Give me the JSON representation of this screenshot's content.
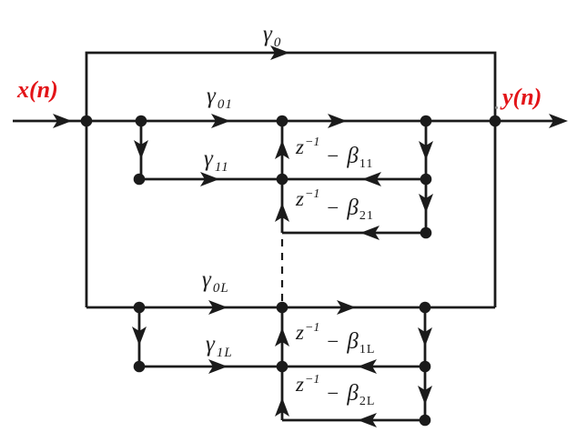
{
  "diagram_kind": "signal-flow-graph",
  "io": {
    "input_label": "x(n)",
    "output_dot": ".",
    "output_label": "y(n)"
  },
  "gains": {
    "g0": {
      "symbol": "γ",
      "sub": "0"
    },
    "g01": {
      "symbol": "γ",
      "sub": "01"
    },
    "g11": {
      "symbol": "γ",
      "sub": "11"
    },
    "g0L": {
      "symbol": "γ",
      "sub": "0L"
    },
    "g1L": {
      "symbol": "γ",
      "sub": "1L"
    }
  },
  "delays": {
    "d11": {
      "z": "z",
      "exp": "−1",
      "minus": "−",
      "beta": "β",
      "sub": "11"
    },
    "d21": {
      "z": "z",
      "exp": "−1",
      "minus": "−",
      "beta": "β",
      "sub": "21"
    },
    "d1L": {
      "z": "z",
      "exp": "−1",
      "minus": "−",
      "beta": "β",
      "sub": "1L"
    },
    "d2L": {
      "z": "z",
      "exp": "−1",
      "minus": "−",
      "beta": "β",
      "sub": "2L"
    }
  },
  "colors": {
    "line": "#1b1b1b",
    "label": "#e31418",
    "dot": "#8c8c8c",
    "background": "#ffffff"
  }
}
